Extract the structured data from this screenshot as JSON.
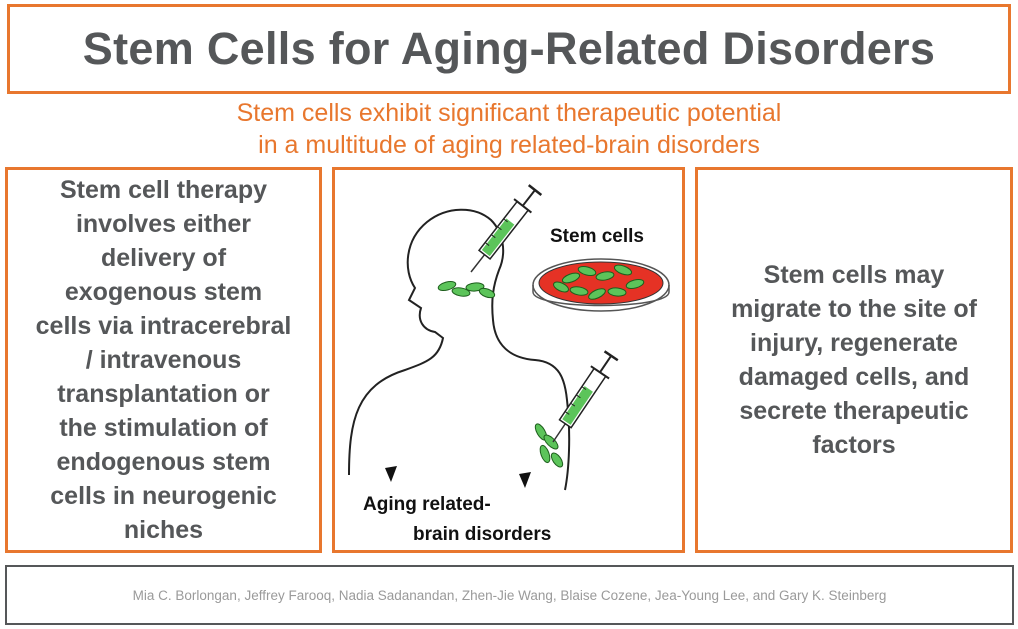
{
  "title": "Stem Cells for Aging-Related Disorders",
  "subtitle": {
    "line1": "Stem cells exhibit significant therapeutic potential",
    "line2": "in a multitude of aging related-brain disorders"
  },
  "left_panel": {
    "lines": [
      "Stem cell therapy",
      "involves either",
      "delivery of",
      "exogenous stem",
      "cells via intracerebral",
      "/ intravenous",
      "transplantation or",
      "the stimulation of",
      "endogenous stem",
      "cells in neurogenic",
      "niches"
    ]
  },
  "diagram": {
    "stem_cells_label": "Stem cells",
    "disorder_label_line1": "Aging related-",
    "disorder_label_line2": "brain disorders"
  },
  "right_panel": {
    "lines": [
      "Stem cells may",
      "migrate to the site of",
      "injury, regenerate",
      "damaged cells, and",
      "secrete therapeutic",
      "factors"
    ]
  },
  "footer": {
    "authors": "Mia C. Borlongan, Jeffrey Farooq, Nadia Sadanandan, Zhen-Jie Wang, Blaise Cozene, Jea-Young Lee, and Gary K. Steinberg"
  },
  "colors": {
    "accent": "#e8772e",
    "text": "#555759",
    "cell_green": "#5cc45a",
    "dish_red": "#e53225",
    "footer_text": "#9a9a9a"
  }
}
